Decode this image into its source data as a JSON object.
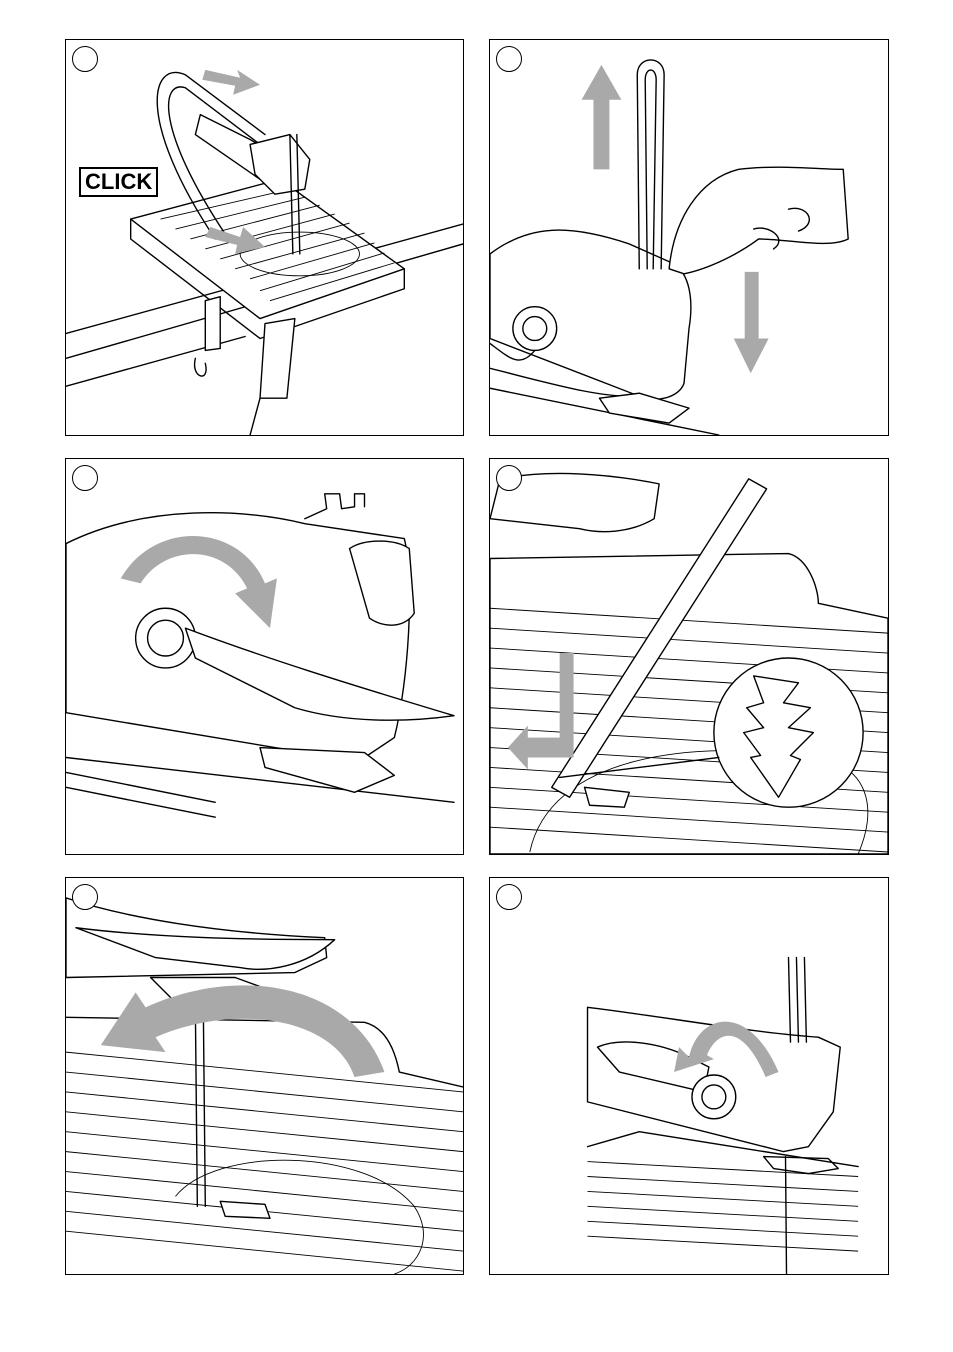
{
  "panels": [
    {
      "id": "step-1",
      "label": "CLICK"
    },
    {
      "id": "step-2"
    },
    {
      "id": "step-3"
    },
    {
      "id": "step-4"
    },
    {
      "id": "step-5"
    },
    {
      "id": "step-6"
    }
  ],
  "colors": {
    "line": "#000000",
    "arrow": "#a9a9a9",
    "background": "#ffffff"
  }
}
